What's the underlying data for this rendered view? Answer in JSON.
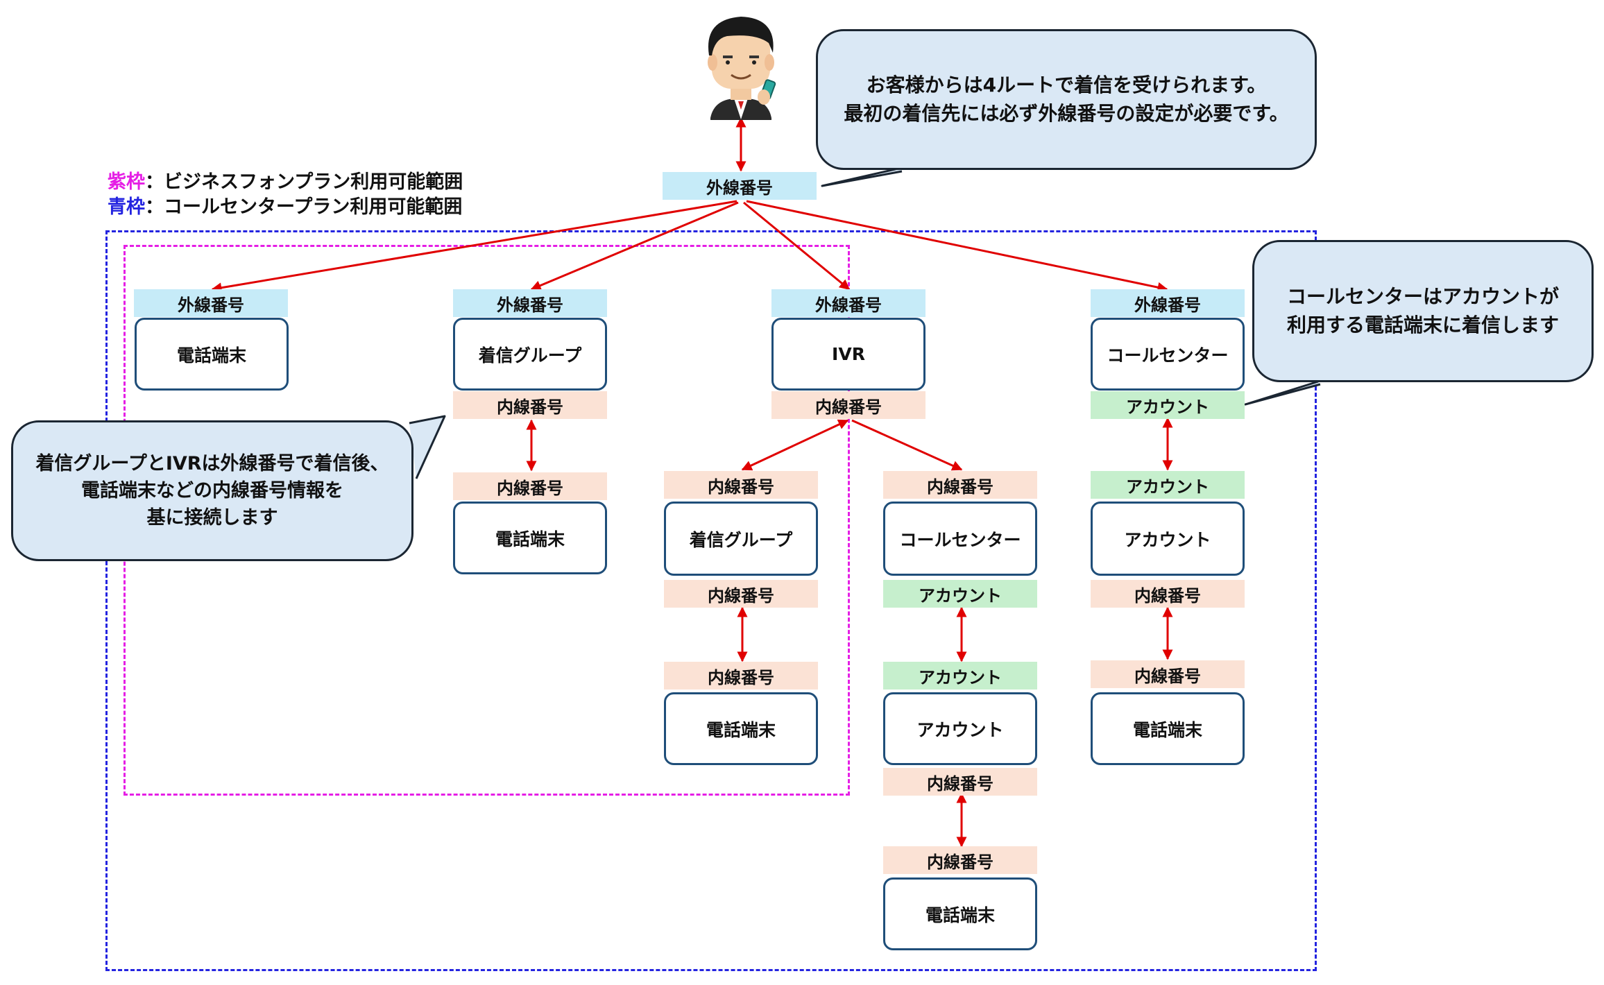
{
  "legend": {
    "purple_key": "紫枠",
    "purple_text": "：ビジネスフォンプラン利用可能範囲",
    "blue_key": "青枠",
    "blue_text": "：コールセンタープラン利用可能範囲"
  },
  "callouts": {
    "top": [
      "お客様からは4ルートで着信を受けられます。",
      "最初の着信先には必ず外線番号の設定が必要です。"
    ],
    "right": [
      "コールセンターはアカウントが",
      "利用する電話端末に着信します"
    ],
    "left": [
      "着信グループとIVRは外線番号で着信後、",
      "電話端末などの内線番号情報を",
      "基に接続します"
    ]
  },
  "tags": {
    "top_ext": "外線番号",
    "c1_ext": "外線番号",
    "c2_ext": "外線番号",
    "c2_int": "内線番号",
    "c2_int2": "内線番号",
    "c3_ext": "外線番号",
    "c3_int": "内線番号",
    "c3a_int": "内線番号",
    "c3a_int2": "内線番号",
    "c3a_int3": "内線番号",
    "c3b_int": "内線番号",
    "c3b_acc": "アカウント",
    "c3b_acc2": "アカウント",
    "c3b_int2": "内線番号",
    "c3b_int3": "内線番号",
    "c4_ext": "外線番号",
    "c4_acc": "アカウント",
    "c4_acc2": "アカウント",
    "c4_int": "内線番号",
    "c4_int2": "内線番号"
  },
  "nodes": {
    "c1_phone": "電話端末",
    "c2_group": "着信グループ",
    "c2_phone": "電話端末",
    "c3_ivr": "IVR",
    "c3a_group": "着信グループ",
    "c3a_phone": "電話端末",
    "c3b_center": "コールセンター",
    "c3b_account": "アカウント",
    "c3b_phone": "電話端末",
    "c4_center": "コールセンター",
    "c4_account": "アカウント",
    "c4_phone": "電話端末"
  },
  "colors": {
    "external_tag": "#c6ebf8",
    "internal_tag": "#fbe2d5",
    "account_tag": "#c6efcd",
    "node_border": "#1f4e79",
    "arrow": "#e00000",
    "frame_purple": "#e51ee5",
    "frame_blue": "#2424e0",
    "callout_fill": "#dae8f5"
  }
}
